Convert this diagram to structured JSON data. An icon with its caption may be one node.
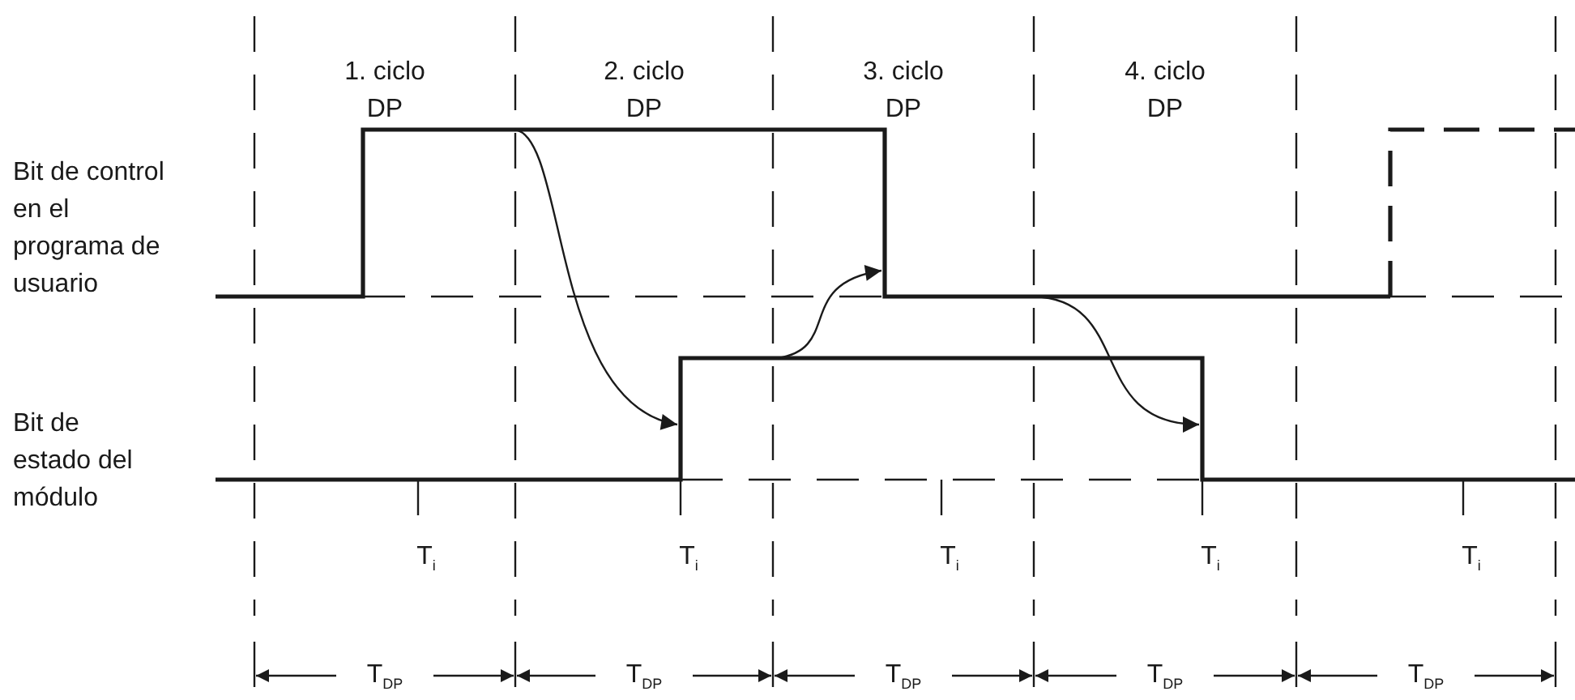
{
  "diagram": {
    "labels": [
      "1. ciclo DP",
      "2. ciclo DP",
      "3. ciclo DP",
      "4. ciclo DP",
      "Bit de control en el programa de usuario",
      "Bit de estado del módulo",
      "T$_{i}$",
      "T$_{i}$",
      "T$_{i}$",
      "T$_{i}$",
      "T$_{i}$",
      "T$_{DP}$",
      "T$_{DP}$",
      "T$_{DP}$",
      "T$_{DP}$",
      "T$_{DP}$"
    ]
  }
}
